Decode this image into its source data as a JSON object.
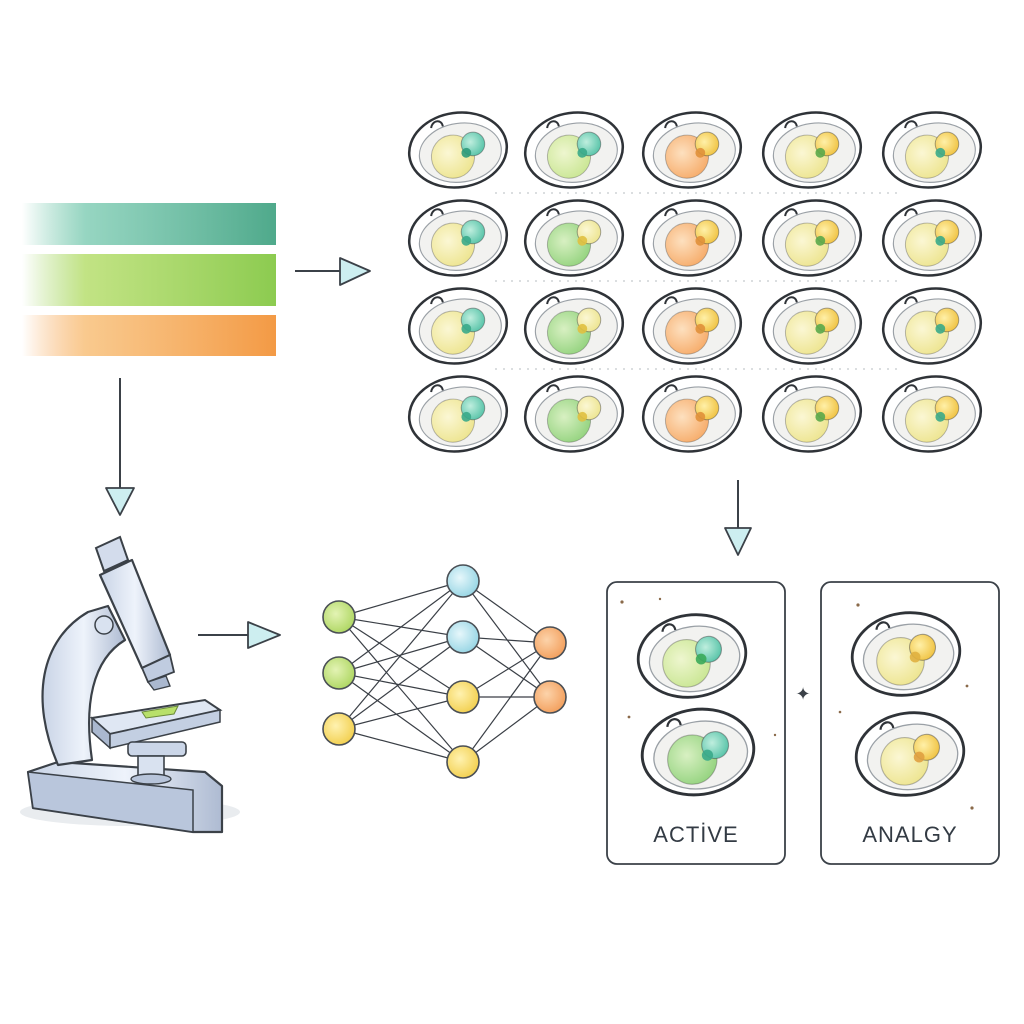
{
  "cards": [
    {
      "label": "ACTİVE",
      "type": "active"
    },
    {
      "label": "ANALGY",
      "type": "inactive"
    }
  ],
  "separator_symbol": "✦",
  "colors": {
    "teal": "#5fbf9f",
    "green": "#9bd25f",
    "orange": "#f7a04f",
    "yellow": "#f0e48a",
    "light_blue": "#b9e3ec",
    "ink": "#2f3338"
  },
  "icons": [
    "spectrum-bars",
    "microscope-icon",
    "neural-network-icon",
    "cell-grid",
    "arrow-icon"
  ]
}
